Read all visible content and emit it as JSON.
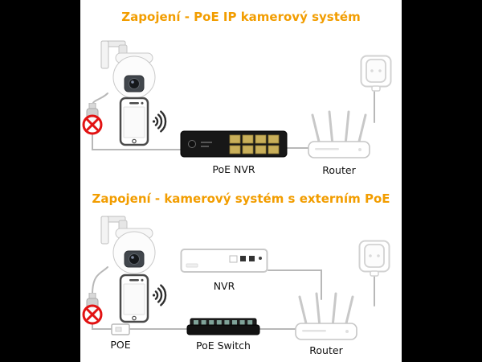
{
  "page": {
    "background": "#000000",
    "panel_background": "#ffffff"
  },
  "colors": {
    "title_accent": "#f29d00",
    "wire": "#b8b8b8",
    "prohibit_red": "#e21212",
    "nvr_port_yellow": "#c9af59",
    "switch_port_green": "#7fa399"
  },
  "section_top": {
    "title": "Zapojení - PoE IP kamerový systém",
    "nvr_label": "PoE NVR",
    "router_label": "Router"
  },
  "section_bottom": {
    "title": "Zapojení - kamerový systém s externím PoE",
    "nvr_label": "NVR",
    "switch_label": "PoE Switch",
    "router_label": "Router",
    "poe_label": "POE"
  },
  "icons": {
    "camera": "ptz-camera-icon",
    "blocked_cable": "blocked-cable-icon",
    "phone": "smartphone-icon",
    "wifi": "wifi-signal-icon",
    "poe_nvr": "poe-nvr-device",
    "nvr": "nvr-device",
    "poe_switch": "poe-switch-device",
    "poe_injector": "poe-injector-device",
    "router": "router-icon",
    "wall_outlet": "wall-outlet-icon"
  }
}
